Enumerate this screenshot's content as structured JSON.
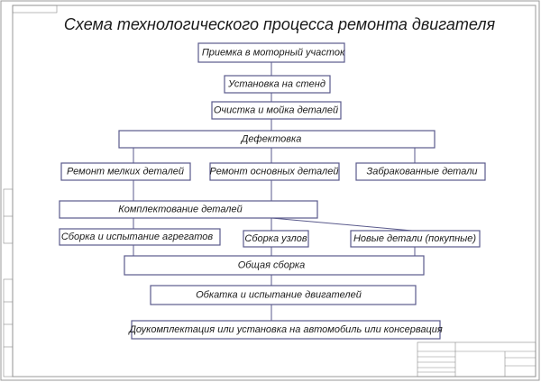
{
  "title": "Схема технологического процесса  ремонта двигателя",
  "steps": {
    "reception": "Приемка в моторный участок",
    "mounting": "Установка на стенд",
    "cleaning": "Очистка и мойка деталей",
    "defect": "Дефектовка",
    "small_repair": "Ремонт мелких деталей",
    "main_repair": "Ремонт основных деталей",
    "rejected": "Забракованные детали",
    "kitting": "Комплектование деталей",
    "units_assembly": "Сборка и испытание агрегатов",
    "nodes_assembly": "Сборка узлов",
    "new_parts": "Новые детали (покупные)",
    "general_assembly": "Общая сборка",
    "run_in": "Обкатка и испытание двигателей",
    "final": "Доукомплектация или установка на автомобиль или консервация"
  },
  "colors": {
    "box_stroke": "#5a5a8c",
    "text": "#1a1a1a",
    "frame": "#9a9a9a"
  }
}
